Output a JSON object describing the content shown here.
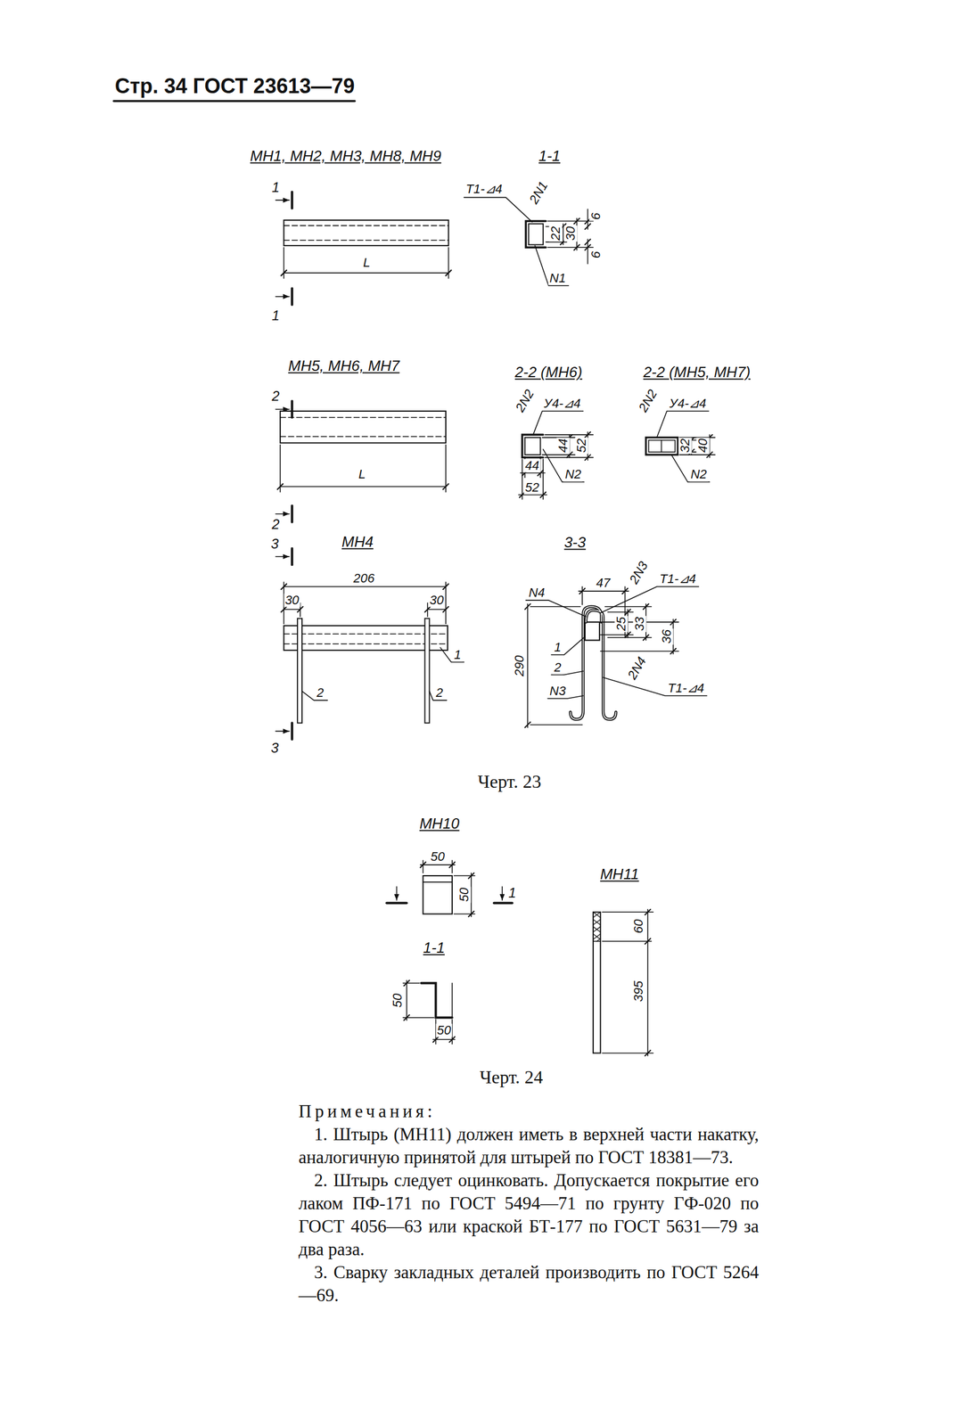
{
  "diagram": {
    "labels": [
      "Стр. 34 ГОСТ 23613—79",
      "МН1, МН2, МН3, МН8, МН9",
      "1-1",
      "1",
      "1",
      "L",
      "Т1-⊿4",
      "2N1",
      "6",
      "22",
      "30",
      "6",
      "N1",
      "МН5, МН6, МН7",
      "2-2 (МН6)",
      "2-2 (МН5, МН7)",
      "2",
      "2",
      "L",
      "2N2",
      "У4-⊿4",
      "44",
      "52",
      "44",
      "52",
      "N2",
      "2N2",
      "У4-⊿4",
      "32",
      "40",
      "N2",
      "3",
      "МН4",
      "206",
      "30",
      "30",
      "1",
      "2",
      "2",
      "3",
      "3-3",
      "47",
      "N4",
      "2N3",
      "Т1-⊿4",
      "25",
      "33",
      "36",
      "290",
      "1",
      "2",
      "N3",
      "2N4",
      "Т1-⊿4",
      "Черт. 23",
      "МН10",
      "50",
      "50",
      "1",
      "1-1",
      "50",
      "50",
      "МН11",
      "60",
      "395",
      "Черт. 24",
      "Примечания:",
      "1. Штырь (МН11) должен иметь в верхней части накатку, аналогичную принятой для штырей по ГОСТ 18381—73.",
      "2. Штырь следует оцинковать. Допускается покрытие его лаком ПФ-171 по ГОСТ 5494—71 по грунту ГФ-020 по ГОСТ 4056—63 или краской БТ-177 по ГОСТ 5631—79 за два раза.",
      "3. Сварку закладных деталей производить по ГОСТ 5264—69."
    ]
  }
}
